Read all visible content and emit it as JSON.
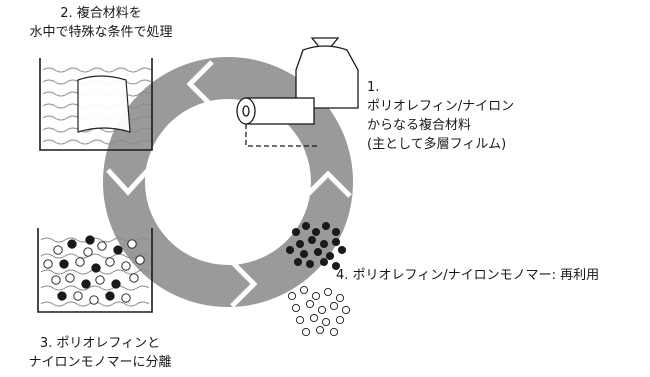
{
  "steps": {
    "step1": {
      "line1": "1.",
      "line2": "ポリオレフィン/ナイロン",
      "line3": "からなる複合材料",
      "line4": "(主として多層フィルム)"
    },
    "step2": {
      "line1": "2. 複合材料を",
      "line2": "水中で特殊な条件で処理"
    },
    "step3": {
      "line1": "3. ポリオレフィンと",
      "line2": "ナイロンモノマーに分離"
    },
    "step4": {
      "line1": "4. ポリオレフィン/ナイロンモノマー: 再利用"
    }
  },
  "colors": {
    "arrow": "#9a9a9a",
    "line": "#1a1a1a",
    "background": "#ffffff"
  },
  "icons": [
    "film-bag-icon",
    "film-roll-icon",
    "treatment-tank-icon",
    "separation-tank-icon",
    "monomer-particles-icon"
  ]
}
